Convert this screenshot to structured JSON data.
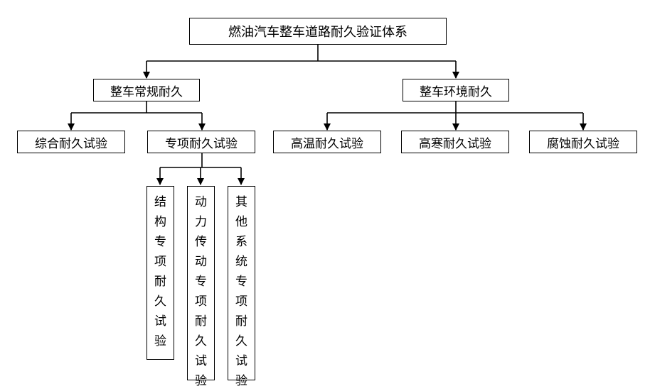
{
  "root": "燃油汽车整车道路耐久验证体系",
  "branches": [
    {
      "label": "整车常规耐久",
      "children": [
        {
          "label": "综合耐久试验"
        },
        {
          "label": "专项耐久试验",
          "children": [
            "结构专项耐久试验",
            "动力传动专项耐久试验",
            "其他系统专项耐久试验"
          ]
        }
      ]
    },
    {
      "label": "整车环境耐久",
      "children": [
        {
          "label": "高温耐久试验"
        },
        {
          "label": "高寒耐久试验"
        },
        {
          "label": "腐蚀耐久试验"
        }
      ]
    }
  ]
}
